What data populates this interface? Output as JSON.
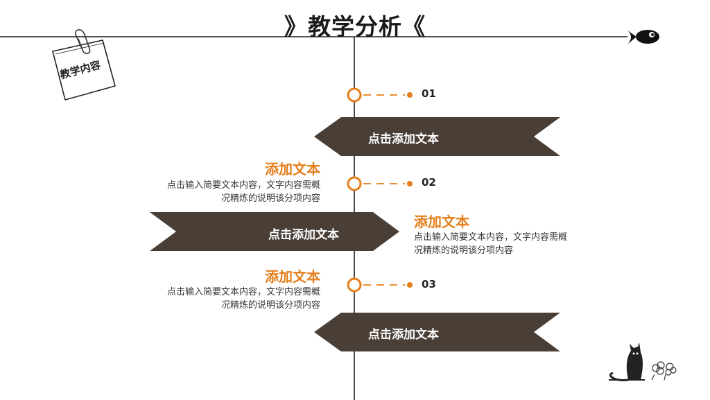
{
  "title": "》教学分析《",
  "note": {
    "label": "教学内容"
  },
  "timeline": [
    {
      "number": "01",
      "banner": "点击添加文本"
    },
    {
      "number": "02",
      "banner": "点击添加文本"
    },
    {
      "number": "03",
      "banner": "点击添加文本"
    }
  ],
  "items": [
    {
      "title": "添加文本",
      "desc_line1": "点击输入简要文本内容，文字内容需概",
      "desc_line2": "况精炼的说明该分项内容"
    },
    {
      "title": "添加文本",
      "desc_line1": "点击输入简要文本内容，文字内容需概",
      "desc_line2": "况精炼的说明该分项内容"
    },
    {
      "title": "添加文本",
      "desc_line1": "点击输入简要文本内容，文字内容需概",
      "desc_line2": "况精炼的说明该分项内容"
    }
  ],
  "colors": {
    "accent": "#e57e1a",
    "banner": "#4a3f37",
    "line": "#1a1a1a"
  },
  "icons": [
    "fish-icon",
    "paperclip-icon",
    "cat-icon",
    "flower-icon"
  ]
}
